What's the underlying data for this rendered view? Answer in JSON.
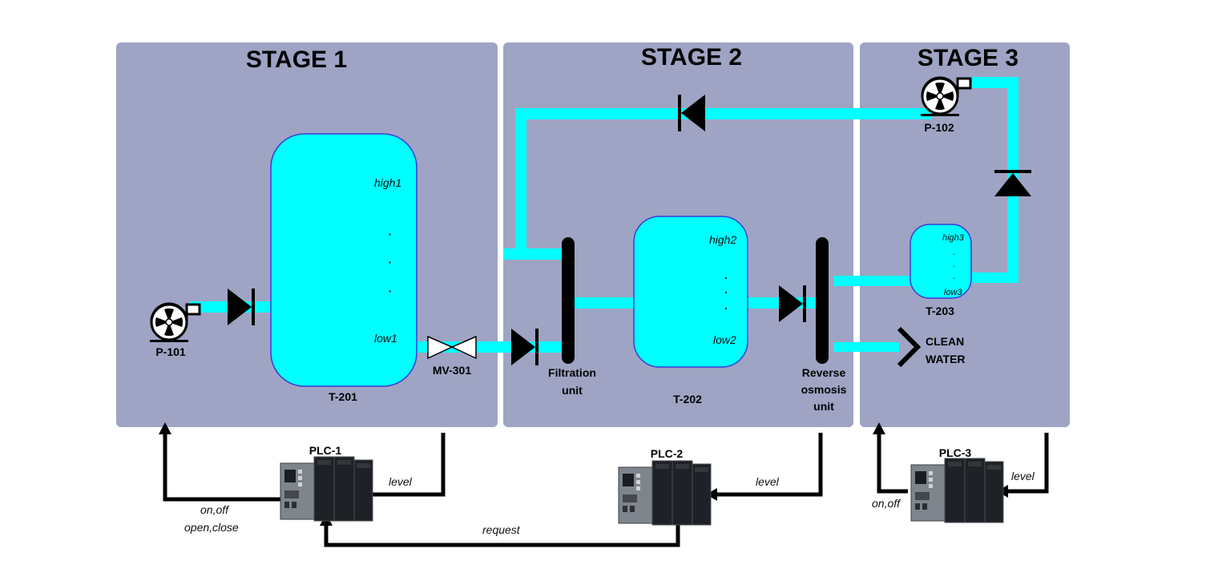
{
  "stages": [
    {
      "title": "STAGE 1"
    },
    {
      "title": "STAGE 2"
    },
    {
      "title": "STAGE 3"
    }
  ],
  "pumps": {
    "p101": "P-101",
    "p102": "P-102"
  },
  "valve": {
    "mv301": "MV-301"
  },
  "tanks": {
    "t201": {
      "name": "T-201",
      "high": "high1",
      "low": "low1",
      "dots": [
        "·",
        "·",
        "·"
      ]
    },
    "t202": {
      "name": "T-202",
      "high": "high2",
      "low": "low2",
      "dots": [
        ".",
        ".",
        "."
      ]
    },
    "t203": {
      "name": "T-203",
      "high": "high3",
      "low": "low3",
      "dots": [
        ".",
        ".",
        "."
      ]
    }
  },
  "units": {
    "filtration": [
      "Filtration",
      "unit"
    ],
    "reverse_osmosis": [
      "Reverse",
      "osmosis",
      "unit"
    ],
    "clean_water": [
      "CLEAN",
      "WATER"
    ]
  },
  "plcs": {
    "plc1": "PLC-1",
    "plc2": "PLC-2",
    "plc3": "PLC-3"
  },
  "signals": {
    "level1": "level",
    "level2": "level",
    "level3": "level",
    "onoff1": "on,off",
    "openclose1": "open,close",
    "onoff3": "on,off",
    "request": "request"
  },
  "colors": {
    "panel": "#9fa4c4",
    "water": "#00ffff",
    "tank_stroke": "#3b3bd6",
    "line": "#000000"
  }
}
